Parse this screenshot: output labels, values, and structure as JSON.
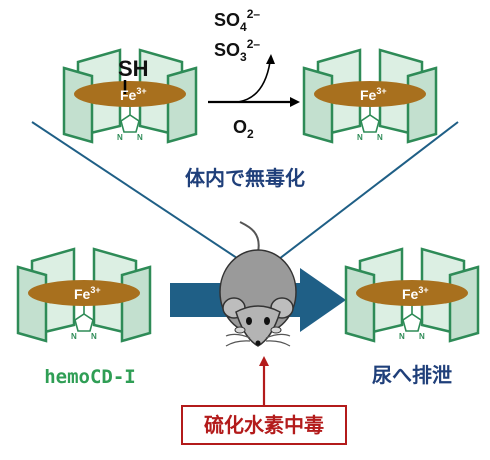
{
  "reaction": {
    "products_line1_base": "SO",
    "products_line1_sub": "4",
    "products_line1_sup": "2–",
    "products_line2_base": "SO",
    "products_line2_sub": "3",
    "products_line2_sup": "2–",
    "reagent_base": "O",
    "reagent_sub": "2"
  },
  "complex": {
    "thiol_label": "SH",
    "iron_base": "Fe",
    "iron_sup": "3+"
  },
  "labels": {
    "detox_caption": "体内で無毒化",
    "compound_name": "hemoCD-I",
    "excretion_caption": "尿へ排泄",
    "poisoning_box": "硫化水素中毒"
  },
  "colors": {
    "cylinder_green": "#2e8b57",
    "cylinder_fill": "#cfe6d9",
    "heme_brown": "#a8701e",
    "arrow_blue": "#1f5f86",
    "navy_text": "#1f3f7a",
    "green_text": "#2f9e55",
    "poison_red": "#b31b1b"
  },
  "icons": [
    "cyclodextrin-complex-icon",
    "imidazole-icon",
    "mouse-icon",
    "reaction-arrow-icon"
  ]
}
